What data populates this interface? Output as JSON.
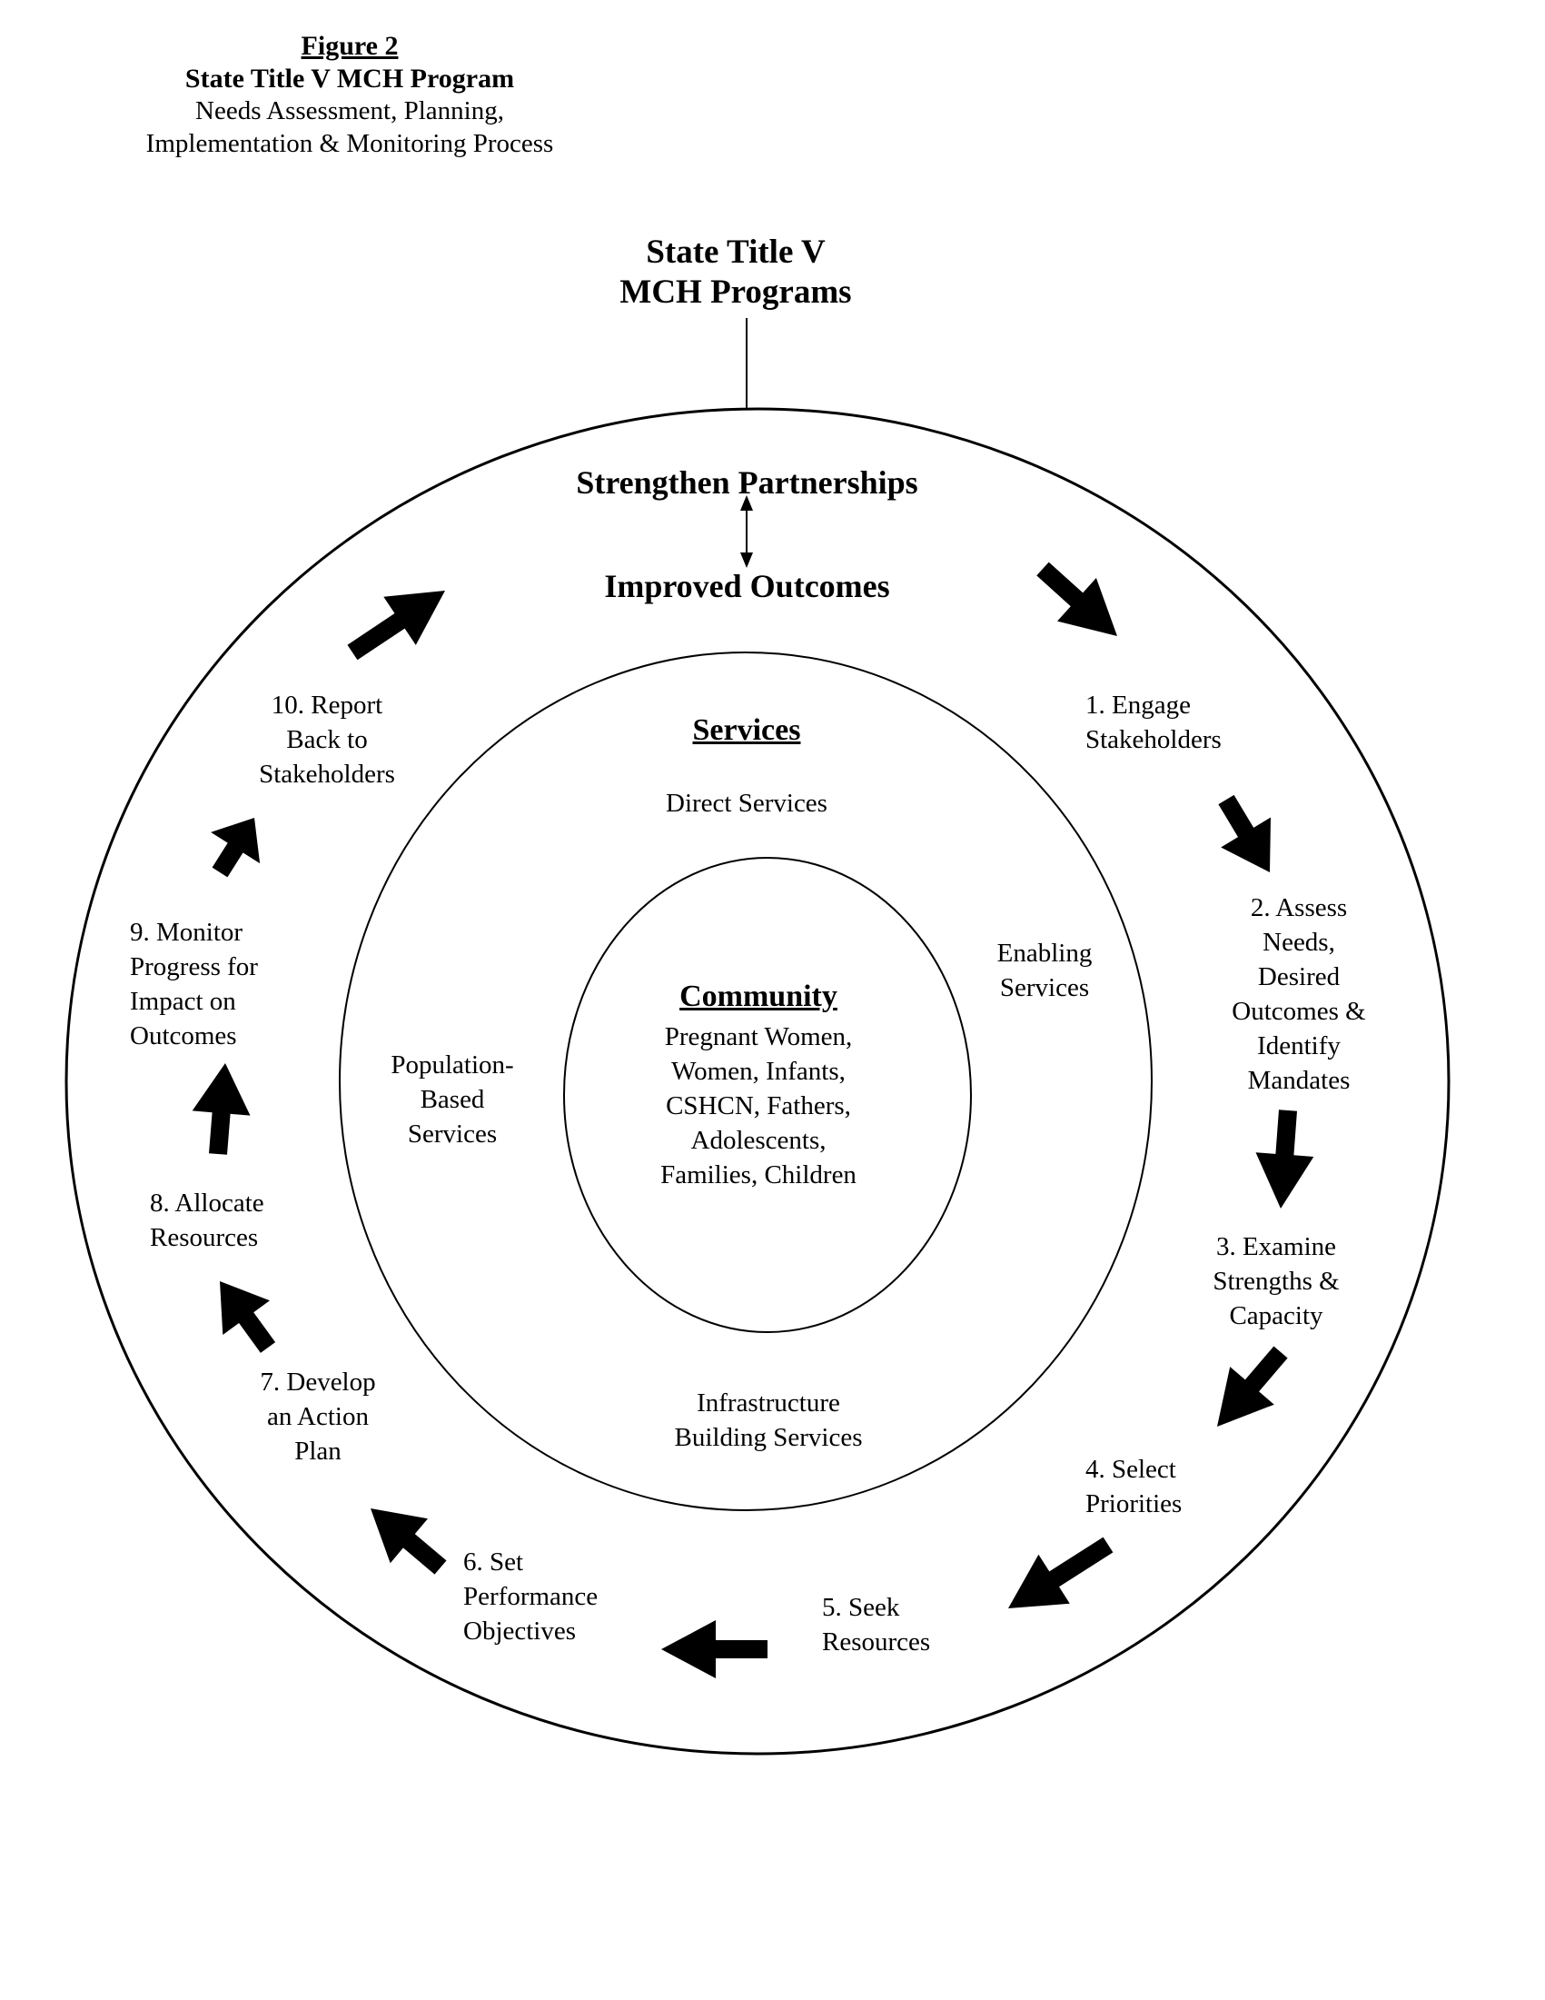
{
  "figure": {
    "label": "Figure 2",
    "title": "State Title V MCH Program",
    "subtitle_line1": "Needs Assessment, Planning,",
    "subtitle_line2": "Implementation & Monitoring Process"
  },
  "top_node": {
    "line1": "State Title V",
    "line2": "MCH Programs"
  },
  "outer_ring": {
    "top_label": "Strengthen Partnerships",
    "bottom_label": "Improved Outcomes",
    "steps": [
      {
        "lines": [
          "1. Engage",
          "Stakeholders"
        ]
      },
      {
        "lines": [
          "2. Assess",
          "Needs,",
          "Desired",
          "Outcomes &",
          "Identify",
          "Mandates"
        ]
      },
      {
        "lines": [
          "3. Examine",
          "Strengths &",
          "Capacity"
        ]
      },
      {
        "lines": [
          "4. Select",
          "Priorities"
        ]
      },
      {
        "lines": [
          "5. Seek",
          "Resources"
        ]
      },
      {
        "lines": [
          "6. Set",
          "Performance",
          "Objectives"
        ]
      },
      {
        "lines": [
          "7.  Develop",
          "an Action",
          "Plan"
        ]
      },
      {
        "lines": [
          "8. Allocate",
          "Resources"
        ]
      },
      {
        "lines": [
          "9. Monitor",
          "Progress for",
          "Impact on",
          "Outcomes"
        ]
      },
      {
        "lines": [
          "10. Report",
          "Back to",
          "Stakeholders"
        ]
      }
    ]
  },
  "services_ring": {
    "heading": "Services",
    "direct": "Direct Services",
    "enabling": [
      "Enabling",
      "Services"
    ],
    "population": [
      "Population-",
      "Based",
      "Services"
    ],
    "infrastructure": [
      "Infrastructure",
      "Building Services"
    ]
  },
  "community": {
    "heading": "Community",
    "lines": [
      "Pregnant Women,",
      "Women, Infants,",
      "CSHCN, Fathers,",
      "Adolescents,",
      "Families, Children"
    ]
  }
}
